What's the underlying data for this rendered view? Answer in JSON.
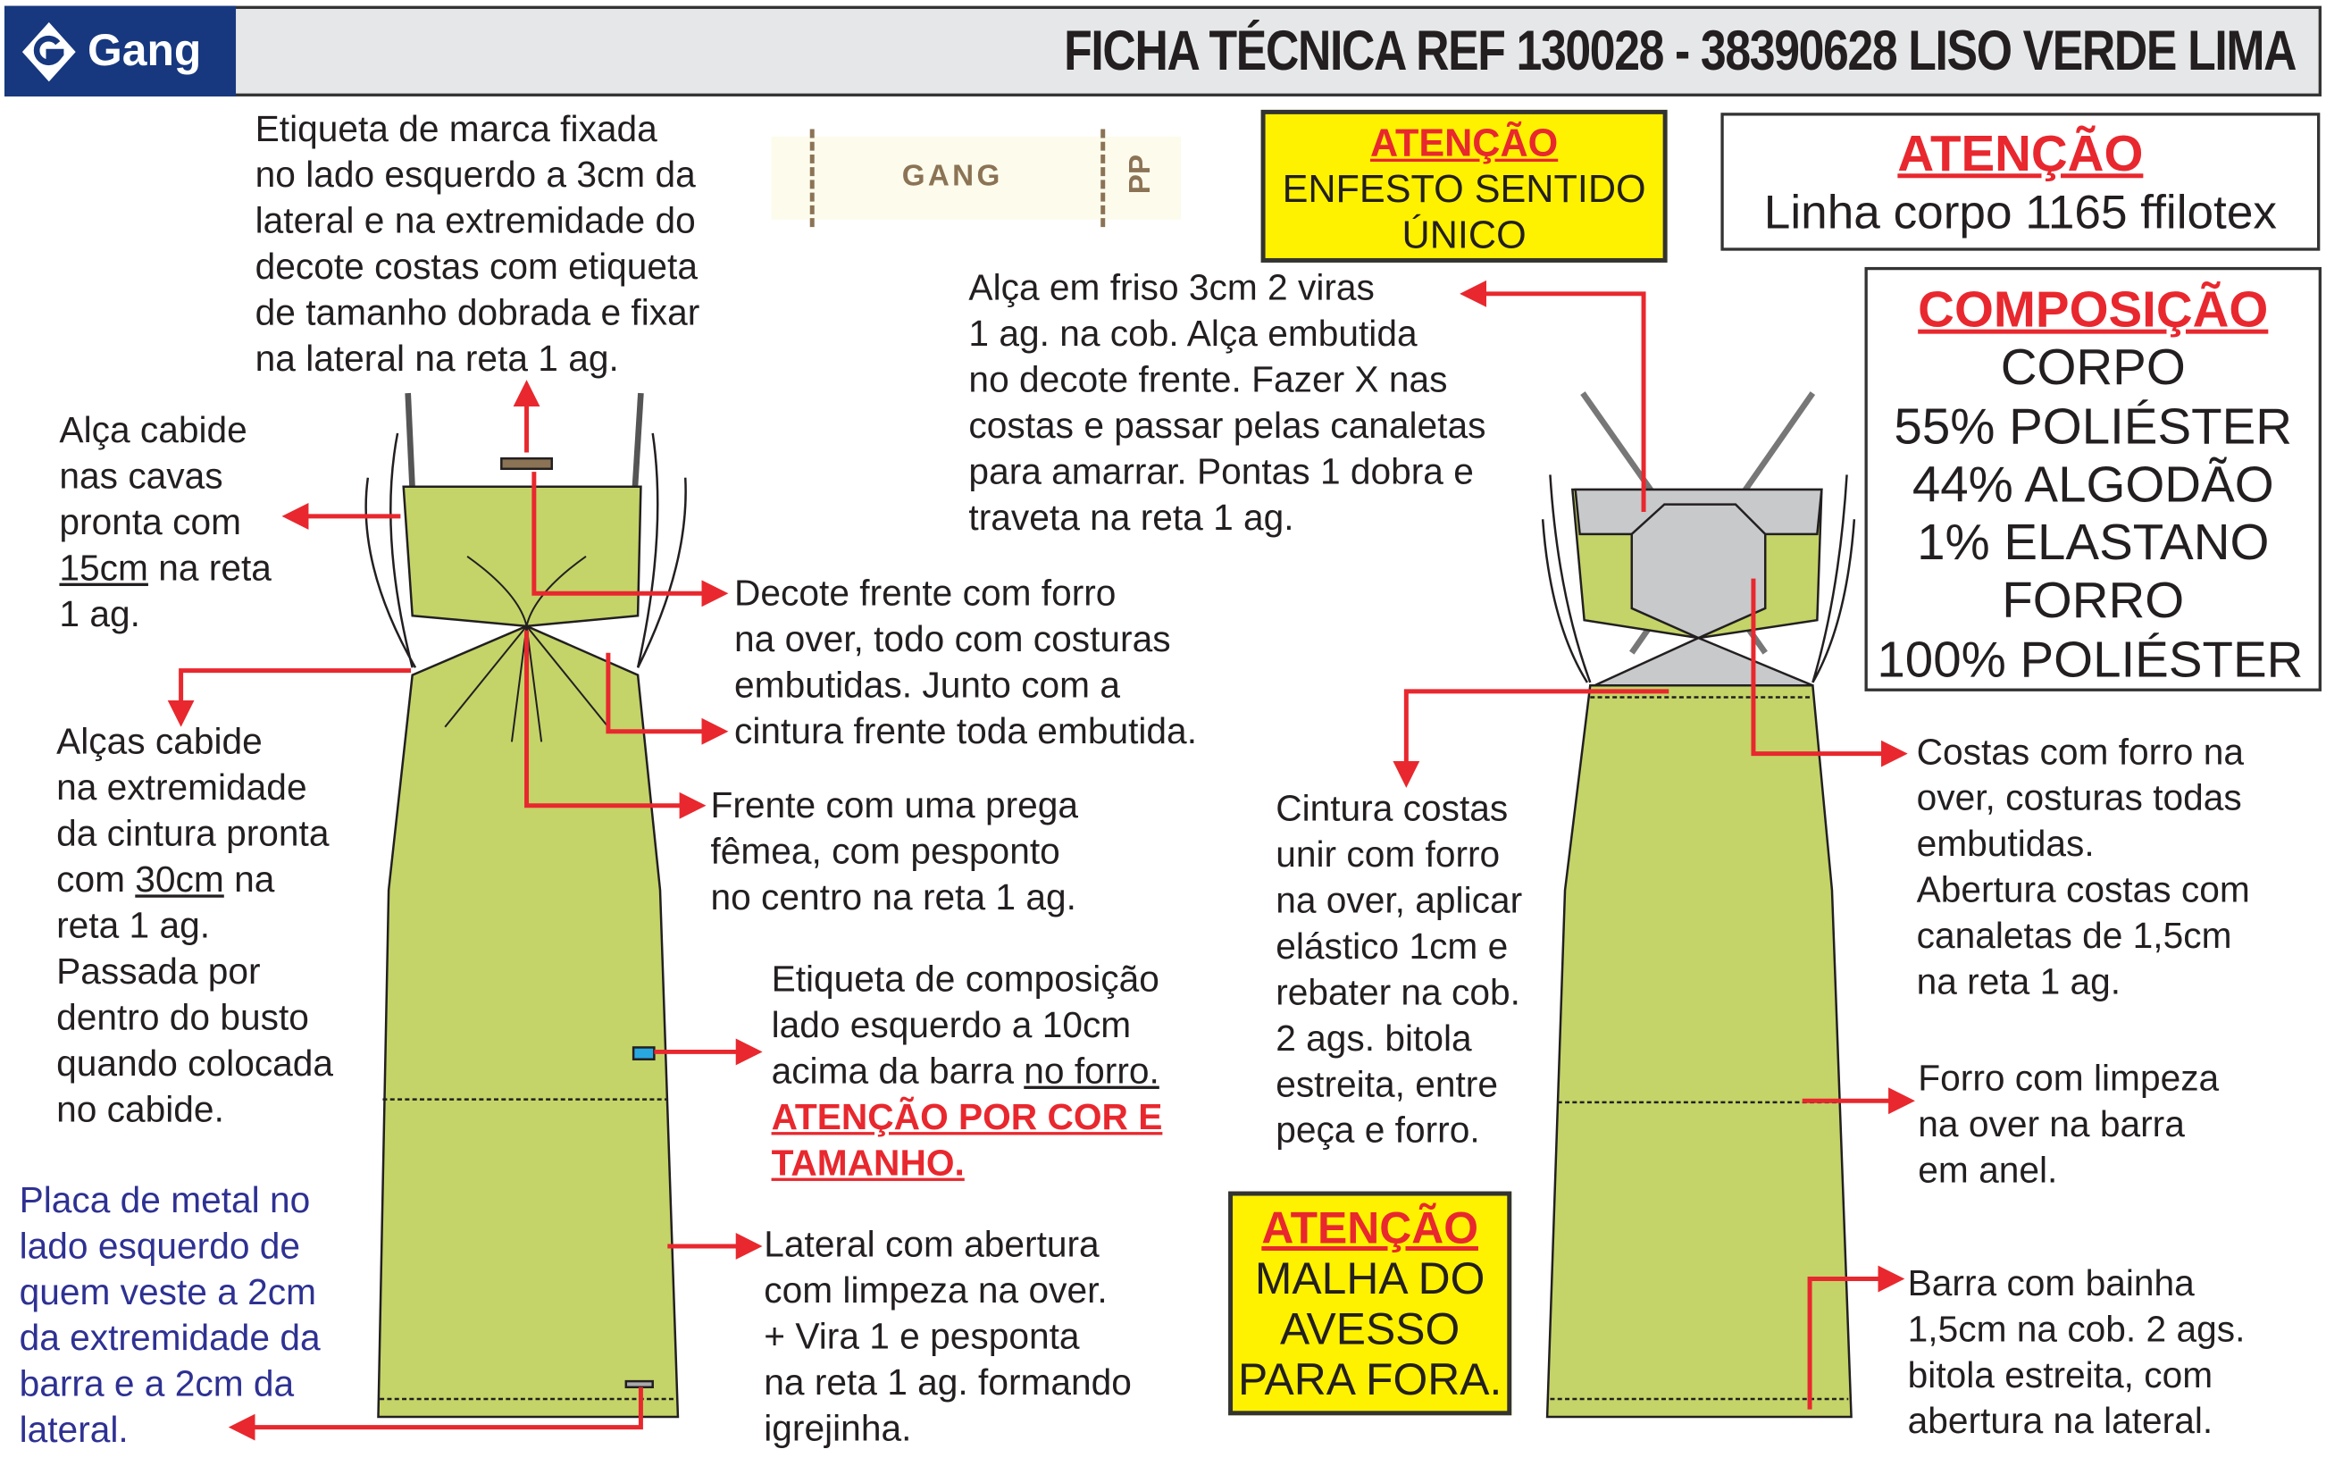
{
  "header": {
    "brand": "Gang",
    "title": "FICHA TÉCNICA REF 130028 - 38390628 LISO VERDE LIMA"
  },
  "label_image": {
    "brand": "GANG",
    "size": "PP"
  },
  "notices": {
    "enfesto": {
      "heading": "ATENÇÃO",
      "lines": [
        "ENFESTO SENTIDO",
        "ÚNICO"
      ]
    },
    "linha": {
      "heading": "ATENÇÃO",
      "text": "Linha corpo 1165 ffilotex"
    },
    "malha": {
      "heading": "ATENÇÃO",
      "lines": [
        "MALHA DO",
        "AVESSO",
        "PARA FORA."
      ]
    }
  },
  "composition": {
    "heading": "COMPOSIÇÃO",
    "lines": [
      "CORPO",
      "55% POLIÉSTER",
      "44% ALGODÃO",
      "1% ELASTANO",
      "FORRO",
      "100% POLIÉSTER"
    ]
  },
  "notes": {
    "etiqueta_marca": "Etiqueta de marca fixada\nno lado esquerdo a 3cm da\nlateral e na extremidade do\ndecote costas com etiqueta\nde tamanho dobrada e fixar\nna lateral na reta 1 ag.",
    "alca_friso": "Alça em friso 3cm 2 viras\n1 ag. na cob. Alça embutida\nno decote frente. Fazer X nas\ncostas e passar pelas canaletas\npara amarrar. Pontas 1 dobra e\ntraveta na reta 1 ag.",
    "alca_cabide_a": "Alça cabide\nnas cavas\npronta com",
    "alca_cabide_b": "15cm",
    "alca_cabide_c": " na reta\n1 ag.",
    "decote": "Decote frente com forro\nna over, todo com costuras\nembutidas. Junto com a\ncintura frente toda embutida.",
    "alcas_cintura_a": "Alças cabide\nna extremidade\nda cintura pronta\ncom ",
    "alcas_cintura_b": "30cm",
    "alcas_cintura_c": " na\nreta 1 ag.\nPassada por\ndentro do busto\nquando colocada\nno cabide.",
    "frente": "Frente com uma prega\nfêmea, com pesponto\nno centro na reta 1 ag.",
    "cintura_costas": "Cintura costas\nunir com forro\nna over, aplicar\nelástico 1cm e\nrebater na cob.\n2 ags. bitola\nestreita, entre\npeça e forro.",
    "costas": "Costas com forro na\nover, costuras todas\nembutidas.\nAbertura costas com\ncanaletas de 1,5cm\nna reta 1 ag.",
    "etiqueta_comp_a": "Etiqueta de composição\nlado esquerdo a 10cm\nacima da barra ",
    "etiqueta_comp_b": "no forro.",
    "etiqueta_comp_warn": "ATENÇÃO POR COR E\nTAMANHO.",
    "forro": "Forro com limpeza\nna over na barra\nem anel.",
    "placa": "Placa de metal no\nlado esquerdo de\nquem veste a 2cm\nda extremidade da\nbarra e a 2cm da\nlateral.",
    "lateral": "Lateral com abertura\ncom limpeza na over.\n+ Vira 1 e pesponta\nna reta 1 ag. formando\nigrejinha.",
    "barra": "Barra com bainha\n1,5cm na cob. 2 ags.\nbitola estreita, com\nabertura na lateral."
  },
  "colors": {
    "fabric": "#c4d468",
    "lining": "#c8c9cb",
    "arrow": "#e8282e",
    "navy": "#17387f",
    "yellow": "#fff200"
  }
}
